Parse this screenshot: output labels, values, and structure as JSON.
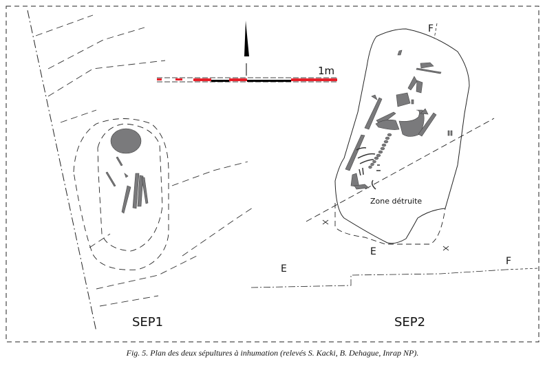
{
  "figure": {
    "scale_label": "1m",
    "labels": {
      "sep1": "SEP1",
      "sep2": "SEP2",
      "zone": "Zone détruite",
      "e_top": "E",
      "f_top": "F",
      "e_profile": "E",
      "f_profile": "F"
    },
    "colors": {
      "bone": "#7a7a7c",
      "scale_red": "#e8202a",
      "line": "#222222"
    }
  },
  "caption": "Fig. 5. Plan des deux sépultures à inhumation (relevés S. Kacki, B. Dehague, Inrap NP)."
}
